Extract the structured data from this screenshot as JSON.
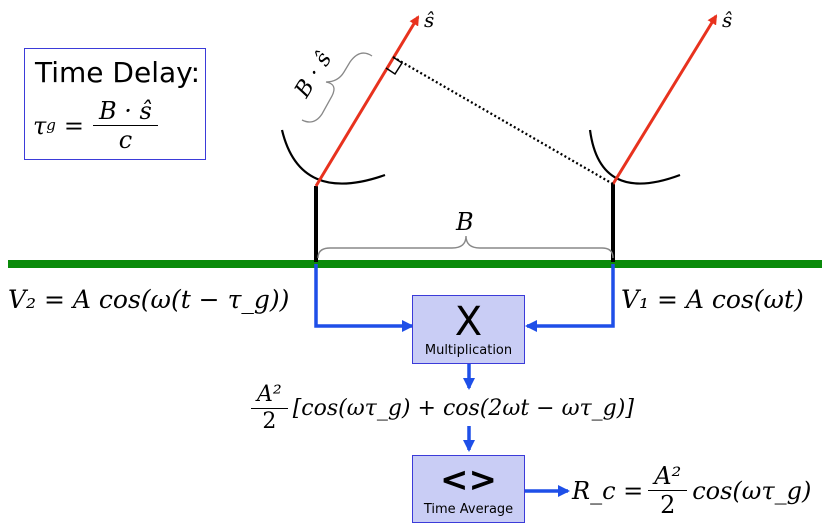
{
  "time_delay_box": {
    "title": "Time Delay:",
    "tau_g": "τ",
    "tau_sub": "g",
    "equals": "=",
    "numerator": "B · ŝ",
    "denominator": "c"
  },
  "direction_label_left": "ŝ",
  "direction_label_right": "ŝ",
  "projection_label": "B · ŝ",
  "baseline_label": "B",
  "v2_equation": "V₂ = A cos(ω(t − τ_g))",
  "v1_equation": "V₁ = A cos(ωt)",
  "multiplication_block": {
    "symbol": "X",
    "caption": "Multiplication"
  },
  "product_equation": {
    "numerator": "A²",
    "denominator": "2",
    "bracket": "[cos(ωτ_g) + cos(2ωt − ωτ_g)]"
  },
  "average_block": {
    "symbol": "<>",
    "caption": "Time Average"
  },
  "result_equation": {
    "lhs": "R_c =",
    "numerator": "A²",
    "denominator": "2",
    "rhs": "cos(ωτ_g)"
  },
  "colors": {
    "ground": "#0a8a0a",
    "signal_ray": "#e8321e",
    "signal_flow": "#1e4fe8",
    "block_fill": "#c9cdf5",
    "block_border": "#3b3bd9"
  }
}
